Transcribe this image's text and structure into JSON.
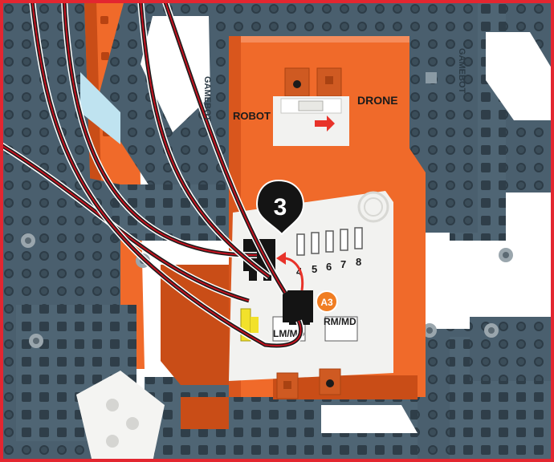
{
  "illustration": {
    "step_number": "3",
    "switch_labels": {
      "left": "ROBOT",
      "right": "DRONE"
    },
    "port_numbers": [
      "4",
      "5",
      "6",
      "7",
      "8"
    ],
    "port_labels": {
      "left": "LM/MD",
      "right": "RM/MD"
    },
    "callout_badge": "A3",
    "frame_text": [
      "GAMEBOT",
      "GAMEBOT"
    ]
  },
  "colors": {
    "frame_border": "#e32630",
    "beam": "#4a5f6e",
    "beam_light": "#5d7382",
    "housing": "#f06a2a",
    "housing_dark": "#c94d17",
    "panel": "#f2f2f0",
    "cable_red": "#c1121f",
    "arrow_red": "#e8332a",
    "badge_orange": "#f07d22"
  }
}
